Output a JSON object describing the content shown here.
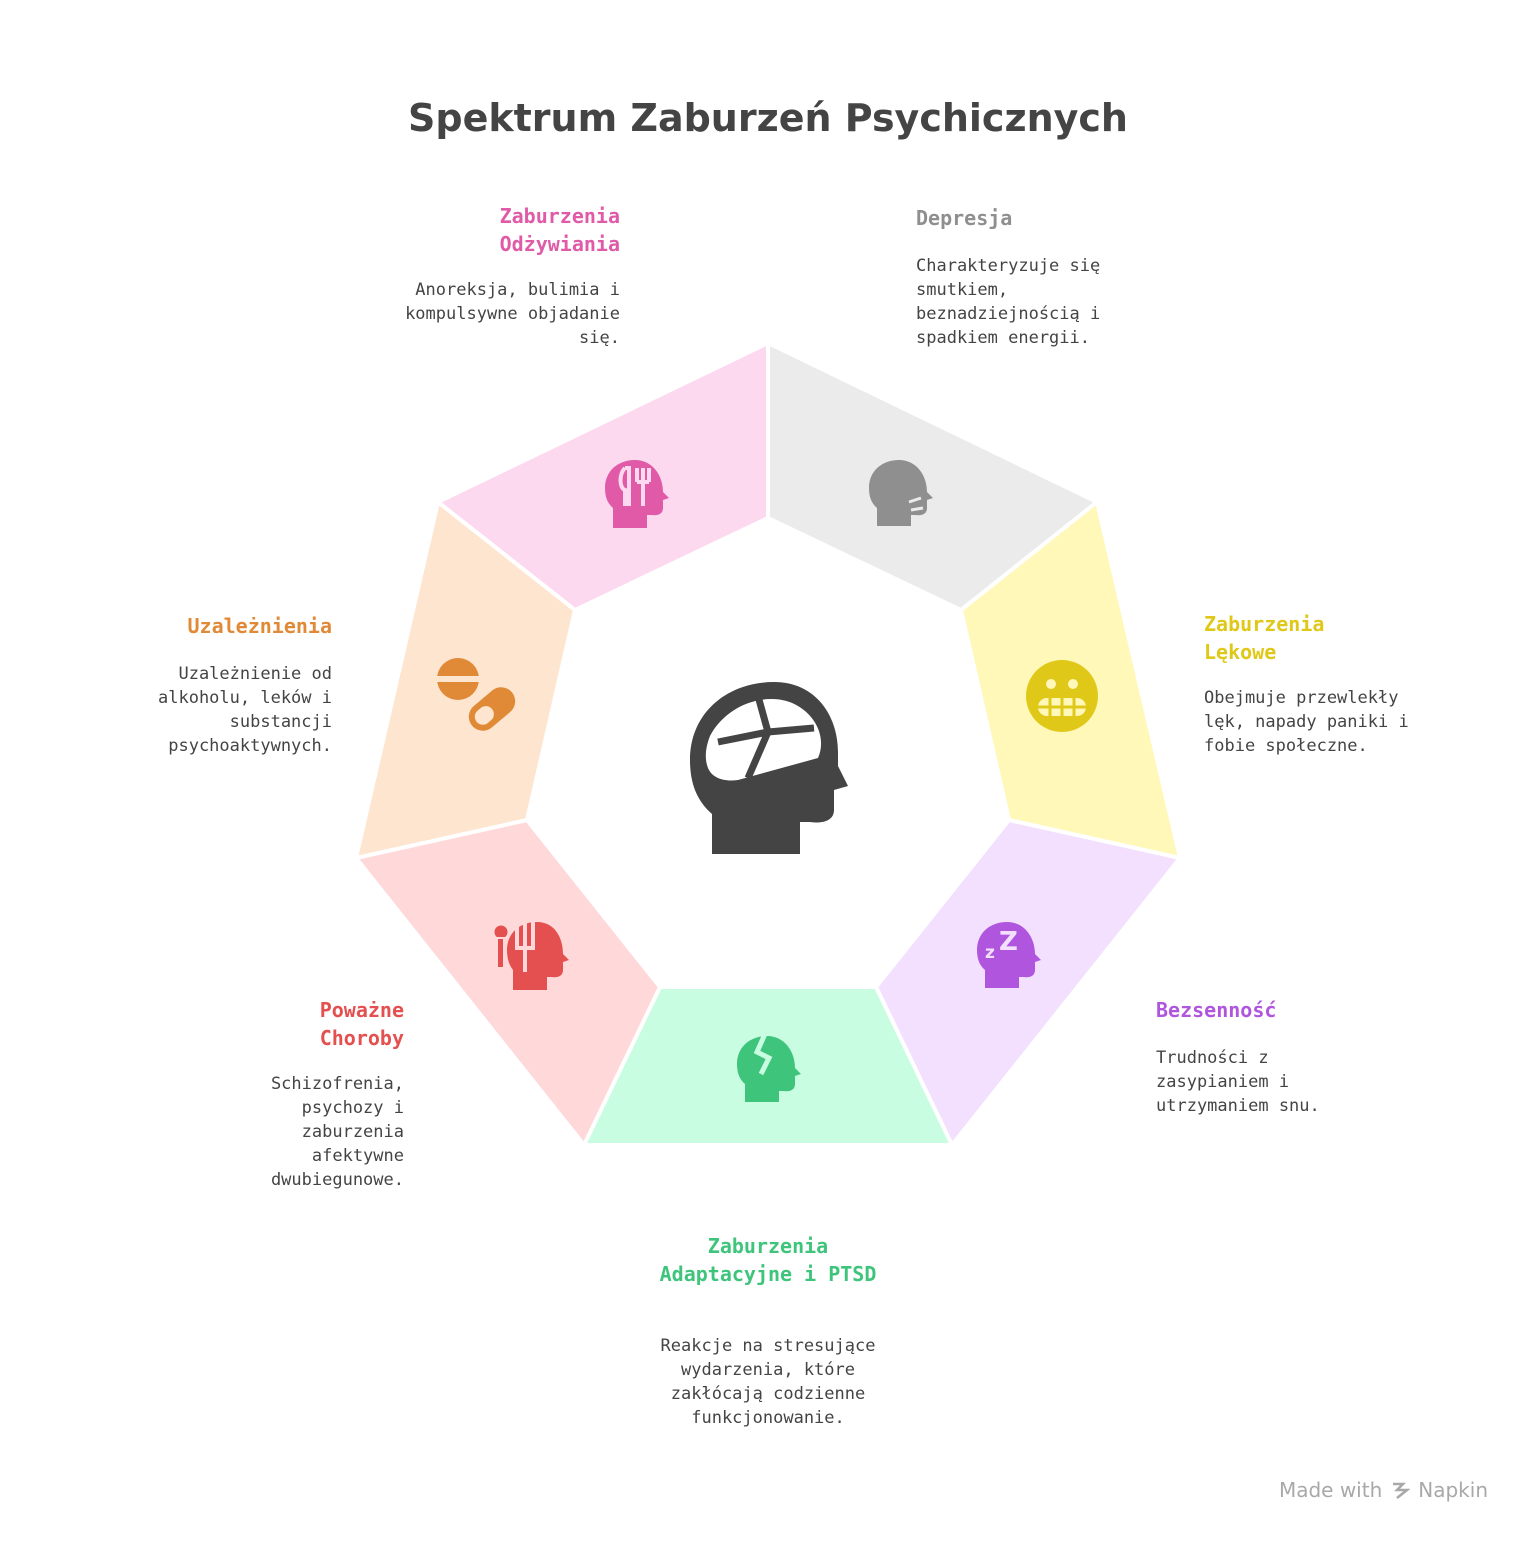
{
  "title": "Spektrum Zaburzeń Psychicznych",
  "segments": [
    {
      "id": "depresja",
      "label": "Depresja",
      "description": "Charakteryzuje się smutkiem, beznadziejnością i spadkiem energii.",
      "icon": "sad-face-head-icon",
      "color": "#8f8f8f",
      "fill": "#ebebeb"
    },
    {
      "id": "lekowe",
      "label": "Zaburzenia Lękowe",
      "description": "Obejmuje przewlekły lęk, napady paniki i fobie społeczne.",
      "icon": "grimacing-face-icon",
      "color": "#e0c818",
      "fill": "#fff8b8"
    },
    {
      "id": "bezsennosc",
      "label": "Bezsenność",
      "description": "Trudności z zasypianiem i utrzymaniem snu.",
      "icon": "sleep-head-icon",
      "color": "#b056de",
      "fill": "#f3e0ff"
    },
    {
      "id": "adaptacyjne",
      "label": "Zaburzenia Adaptacyjne i PTSD",
      "description": "Reakcje na stresujące wydarzenia, które zakłócają codzienne funkcjonowanie.",
      "icon": "broken-head-icon",
      "color": "#3fc47c",
      "fill": "#c8fde2"
    },
    {
      "id": "powazne",
      "label": "Poważne Choroby",
      "description": "Schizofrenia, psychozy i zaburzenia afektywne dwubiegunowe.",
      "icon": "head-medicine-icon",
      "color": "#e4504f",
      "fill": "#ffd9d9"
    },
    {
      "id": "uzaleznienia",
      "label": "Uzależnienia",
      "description": "Uzależnienie od alkoholu, leków i substancji psychoaktywnych.",
      "icon": "pills-icon",
      "color": "#e08a37",
      "fill": "#fde5cf"
    },
    {
      "id": "odzywiania",
      "label": "Zaburzenia Odżywiania",
      "description": "Anoreksja, bulimia i kompulsywne objadanie się.",
      "icon": "head-cutlery-icon",
      "color": "#e05aa8",
      "fill": "#fcd9ef"
    }
  ],
  "center_icon": "brain-head-icon",
  "center_color": "#444444",
  "footer": {
    "text": "Made with",
    "brand": "Napkin"
  }
}
